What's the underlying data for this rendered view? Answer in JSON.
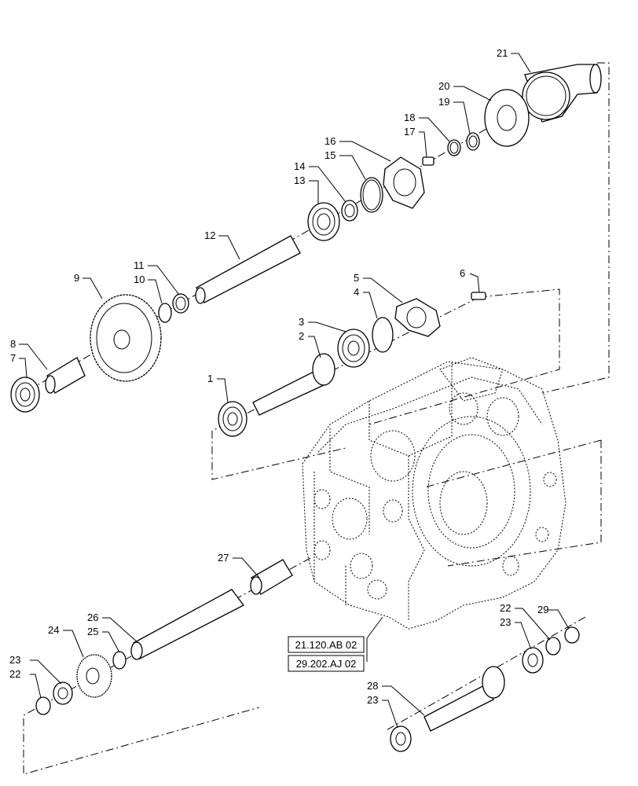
{
  "callouts": [
    {
      "id": "c1",
      "text": "1"
    },
    {
      "id": "c2",
      "text": "2"
    },
    {
      "id": "c3",
      "text": "3"
    },
    {
      "id": "c4",
      "text": "4"
    },
    {
      "id": "c5",
      "text": "5"
    },
    {
      "id": "c6",
      "text": "6"
    },
    {
      "id": "c7",
      "text": "7"
    },
    {
      "id": "c8",
      "text": "8"
    },
    {
      "id": "c9",
      "text": "9"
    },
    {
      "id": "c10",
      "text": "10"
    },
    {
      "id": "c11",
      "text": "11"
    },
    {
      "id": "c12",
      "text": "12"
    },
    {
      "id": "c13",
      "text": "13"
    },
    {
      "id": "c14",
      "text": "14"
    },
    {
      "id": "c15",
      "text": "15"
    },
    {
      "id": "c16",
      "text": "16"
    },
    {
      "id": "c17",
      "text": "17"
    },
    {
      "id": "c18",
      "text": "18"
    },
    {
      "id": "c19",
      "text": "19"
    },
    {
      "id": "c20",
      "text": "20"
    },
    {
      "id": "c21",
      "text": "21"
    },
    {
      "id": "c22a",
      "text": "22"
    },
    {
      "id": "c22b",
      "text": "22"
    },
    {
      "id": "c23a",
      "text": "23"
    },
    {
      "id": "c23b",
      "text": "23"
    },
    {
      "id": "c23c",
      "text": "23"
    },
    {
      "id": "c24",
      "text": "24"
    },
    {
      "id": "c25",
      "text": "25"
    },
    {
      "id": "c26",
      "text": "26"
    },
    {
      "id": "c27",
      "text": "27"
    },
    {
      "id": "c28",
      "text": "28"
    },
    {
      "id": "c29",
      "text": "29"
    }
  ],
  "references": [
    {
      "id": "ref1",
      "text": "21.120.AB 02"
    },
    {
      "id": "ref2",
      "text": "29.202.AJ 02"
    }
  ]
}
